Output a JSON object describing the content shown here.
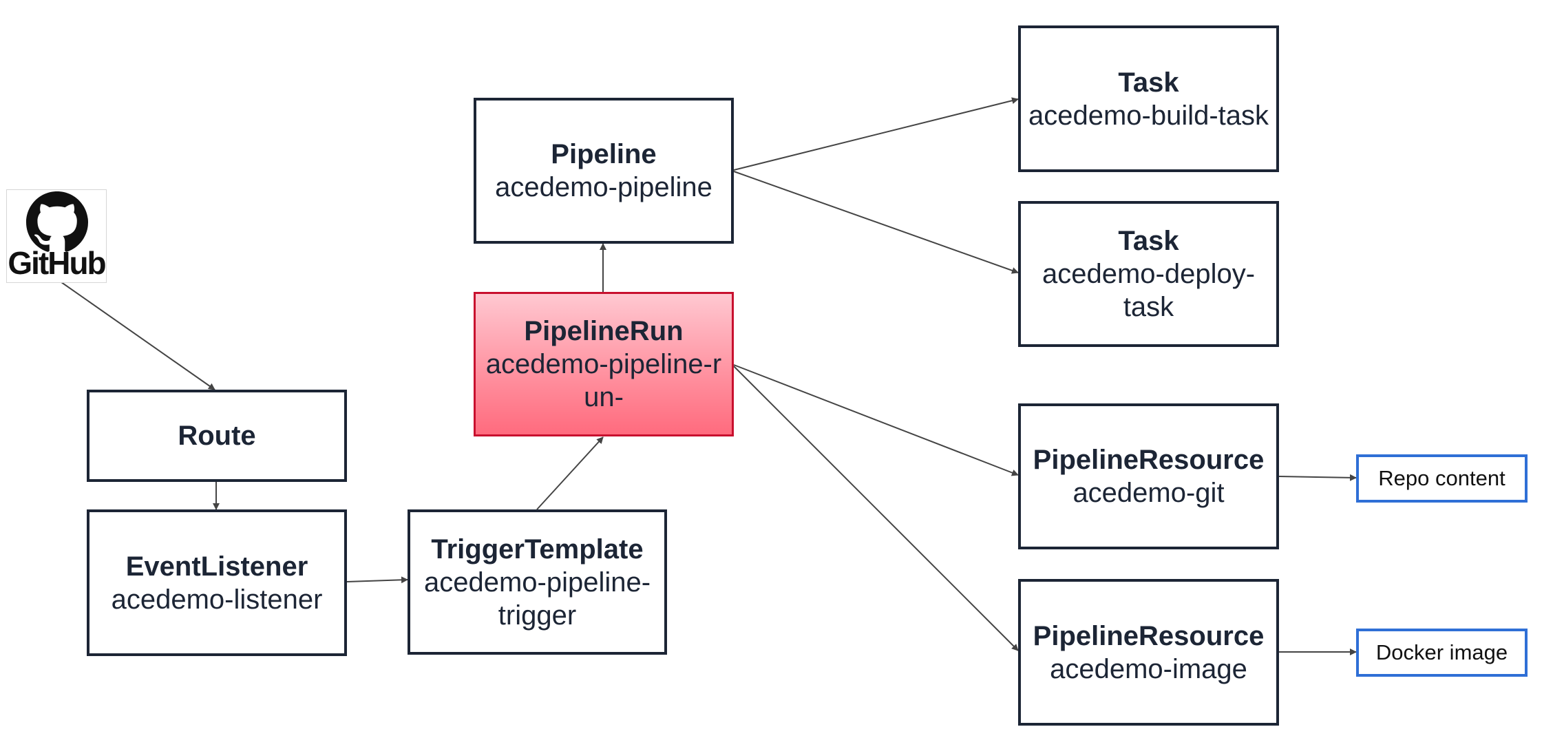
{
  "logo": {
    "text": "GitHub",
    "icon": "github-octocat-icon"
  },
  "nodes": {
    "route": {
      "title": "Route"
    },
    "eventlistener": {
      "title": "EventListener",
      "name": "acedemo-listener"
    },
    "triggertemplate": {
      "title": "TriggerTemplate",
      "name": "acedemo-pipeline-trigger"
    },
    "pipelinerun": {
      "title": "PipelineRun",
      "name": "acedemo-pipeline-run-"
    },
    "pipeline": {
      "title": "Pipeline",
      "name": "acedemo-pipeline"
    },
    "task_build": {
      "title": "Task",
      "name": "acedemo-build-task"
    },
    "task_deploy": {
      "title": "Task",
      "name": "acedemo-deploy-task"
    },
    "resource_git": {
      "title": "PipelineResource",
      "name": "acedemo-git"
    },
    "resource_image": {
      "title": "PipelineResource",
      "name": "acedemo-image"
    }
  },
  "outputs": {
    "repo": {
      "label": "Repo content"
    },
    "docker": {
      "label": "Docker image"
    }
  },
  "colors": {
    "box_border": "#1c2535",
    "highlight_fill": "#ff8a99",
    "output_border": "#2f6fd6",
    "edge": "#444444"
  }
}
